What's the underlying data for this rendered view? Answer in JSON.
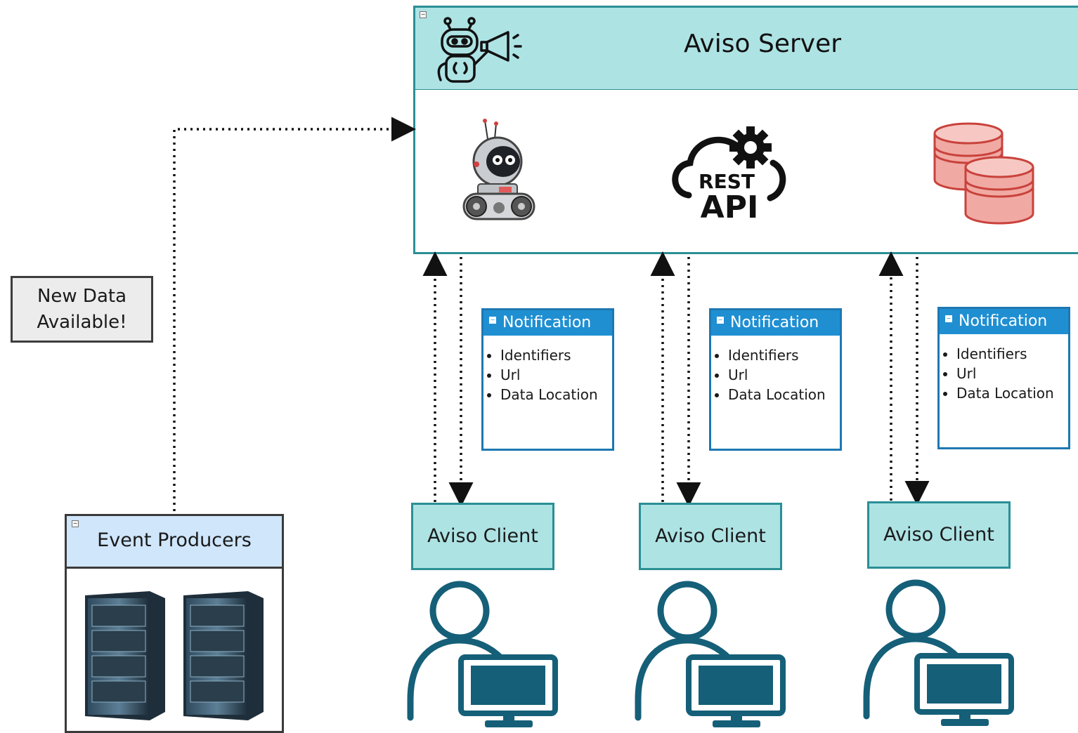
{
  "server": {
    "title": "Aviso Server"
  },
  "new_data_note": {
    "line1": "New Data",
    "line2": "Available!"
  },
  "event_producers": {
    "title": "Event Producers"
  },
  "notifications": [
    {
      "title": "Notification",
      "items": [
        "Identifiers",
        "Url",
        "Data Location"
      ]
    },
    {
      "title": "Notification",
      "items": [
        "Identifiers",
        "Url",
        "Data Location"
      ]
    },
    {
      "title": "Notification",
      "items": [
        "Identifiers",
        "Url",
        "Data Location"
      ]
    }
  ],
  "clients": [
    {
      "label": "Aviso Client"
    },
    {
      "label": "Aviso Client"
    },
    {
      "label": "Aviso Client"
    }
  ],
  "rest_api": {
    "line1": "REST",
    "line2": "API"
  },
  "icons": {
    "server_header": "robot-megaphone-icon",
    "server_robot": "robot-icon",
    "rest_api": "rest-api-cloud-gear-icon",
    "database": "database-icon",
    "server_rack": "server-rack-icon",
    "user_computer": "user-computer-icon"
  },
  "colors": {
    "teal_fill": "#aee3e4",
    "teal_border": "#2a8f95",
    "notification_blue": "#1f8fd2",
    "producer_header": "#cfe6fb",
    "database_red": "#e58c88",
    "user_icon": "#155f78"
  }
}
